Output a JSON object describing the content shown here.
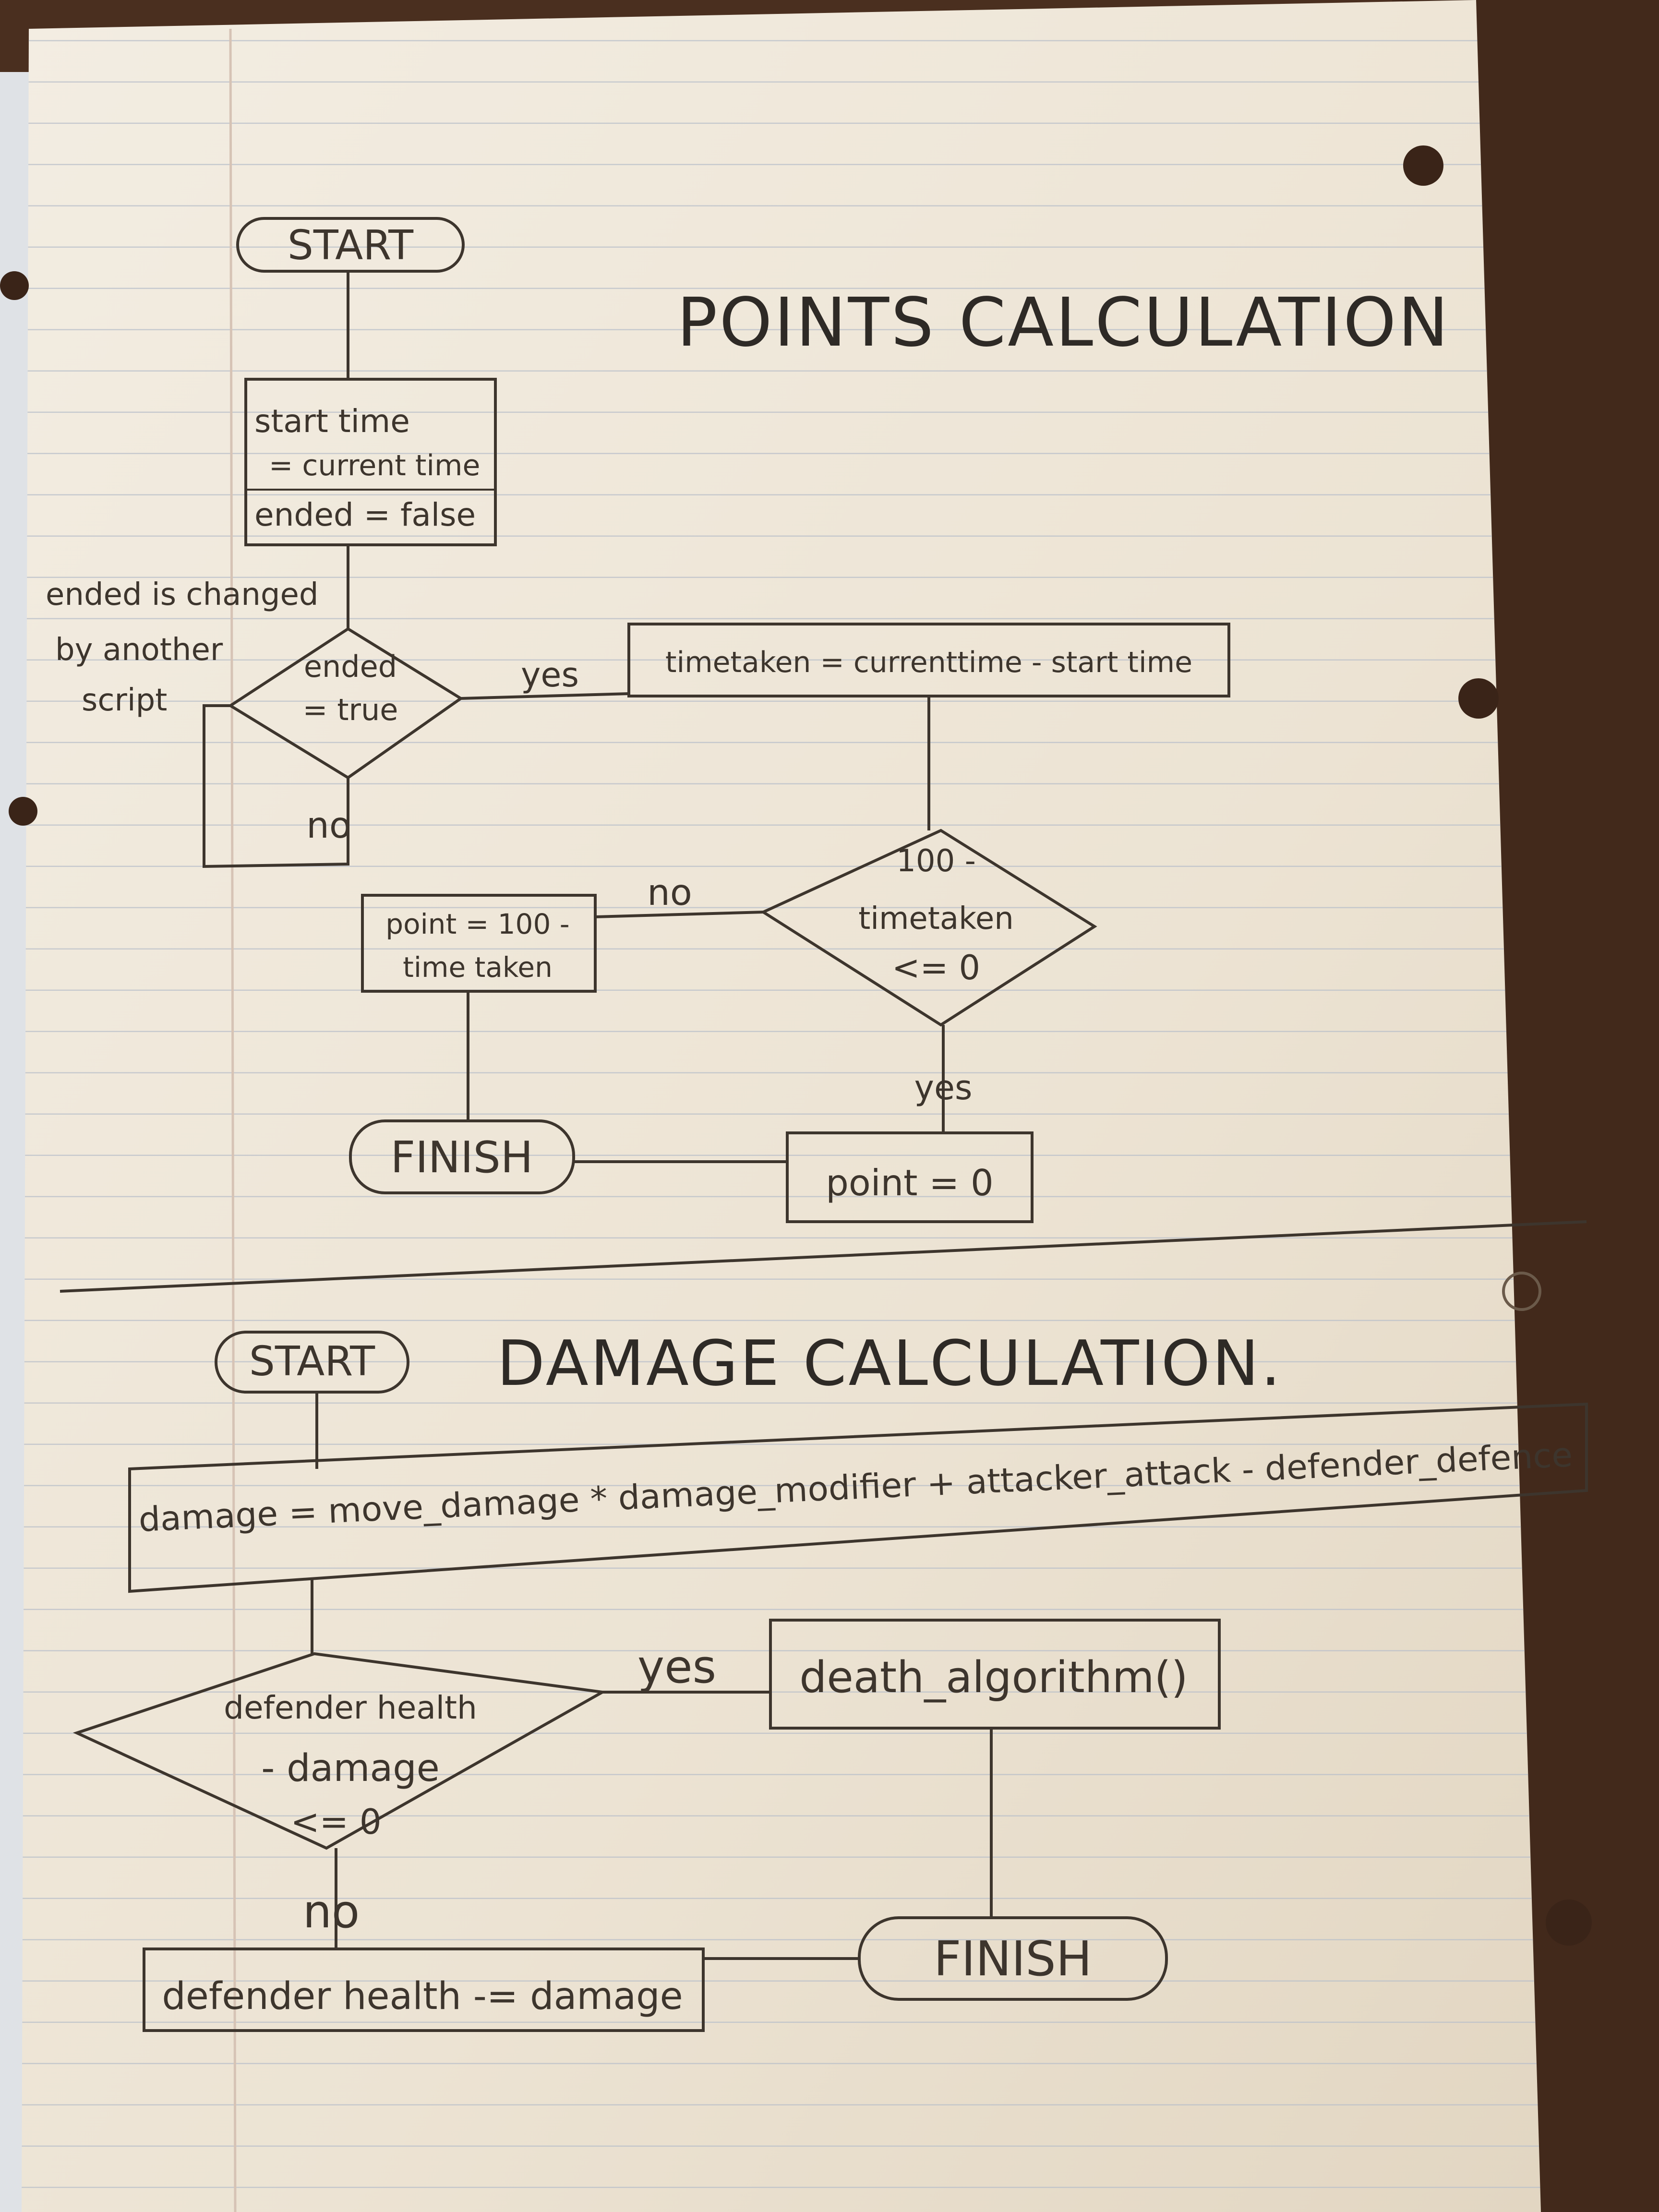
{
  "points_calculation": {
    "title": "POINTS CALCULATION",
    "start": "START",
    "init_box": [
      "start time",
      "= current time",
      "ended = false"
    ],
    "note": [
      "ended is changed",
      "by another",
      "script"
    ],
    "decision_ended": [
      "ended",
      "= true"
    ],
    "yes_label_1": "yes",
    "no_label_1": "no",
    "timetaken_box": "timetaken = currenttime - start time",
    "decision_points": [
      "100 -",
      "timetaken",
      "<= 0"
    ],
    "no_label_2": "no",
    "yes_label_2": "yes",
    "point_formula_box": [
      "point = 100 -",
      "time taken"
    ],
    "point_zero_box": "point = 0",
    "finish": "FINISH"
  },
  "damage_calculation": {
    "title": "DAMAGE CALCULATION.",
    "start": "START",
    "damage_box": "damage = move_damage * damage_modifier + attacker_attack - defender_defence",
    "decision_health": [
      "defender health",
      "- damage",
      "<= 0"
    ],
    "yes_label": "yes",
    "no_label": "no",
    "death_box": "death_algorithm()",
    "health_update_box": "defender health -= damage",
    "finish": "FINISH"
  },
  "colors": {
    "paper": "#efe7d9",
    "ink": "#3d352d",
    "rule_line": "#b9bfc9",
    "margin_line": "#d6c3b5",
    "desk": "#4a2f1f"
  }
}
